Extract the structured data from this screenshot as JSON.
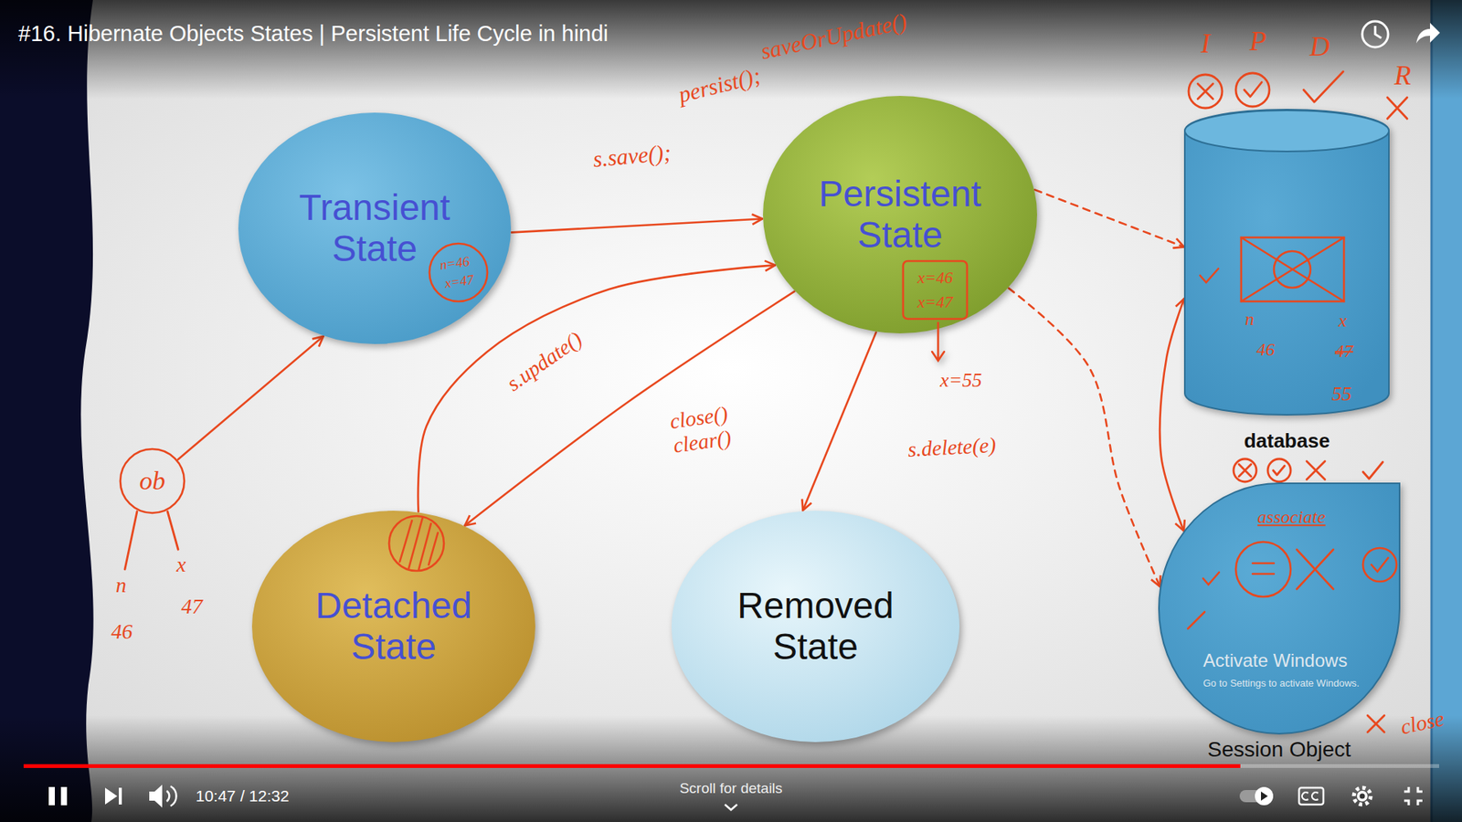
{
  "diagram": {
    "title": "#16. Hibernate Objects States | Persistent Life Cycle in hindi",
    "nodes": [
      {
        "text": [
          "Transient State"
        ]
      },
      {
        "text": [
          "Persistent State"
        ]
      },
      {
        "text": [
          "database"
        ]
      },
      {
        "text": [
          "ob"
        ]
      },
      {
        "text": [
          "Detached State"
        ]
      },
      {
        "text": [
          "Removed State"
        ]
      },
      {
        "text": [
          "Session Object"
        ]
      }
    ],
    "edges": [
      {
        "from": 3,
        "to": 0,
        "arrow": "to"
      },
      {
        "from": 0,
        "to": 1,
        "label": "s.save();",
        "arrow": "to"
      },
      {
        "from": 4,
        "to": 1,
        "label": "s.update()",
        "arrow": "to"
      },
      {
        "from": 1,
        "to": 4,
        "label": "close() clear()",
        "arrow": "to"
      },
      {
        "from": 1,
        "to": 5,
        "label": "s.delete(e)",
        "arrow": "to"
      },
      {
        "from": 1,
        "to": 2,
        "arrow": "to"
      },
      {
        "from": 1,
        "to": 6,
        "arrow": "to"
      },
      {
        "from": 6,
        "to": 2,
        "arrow": "both"
      }
    ],
    "labels": [
      "saveOrUpdate()",
      "persist();",
      "n=46",
      "x=47",
      "x=46",
      "x=47",
      "x=55",
      "n",
      "x",
      "46",
      "47",
      "n",
      "46",
      "x",
      "47",
      "55",
      "I",
      "P",
      "D",
      "R",
      "associate",
      "close",
      "Activate Windows",
      "Go to Settings to activate Windows.",
      "10:47 / 12:32",
      "Scroll for details"
    ]
  }
}
